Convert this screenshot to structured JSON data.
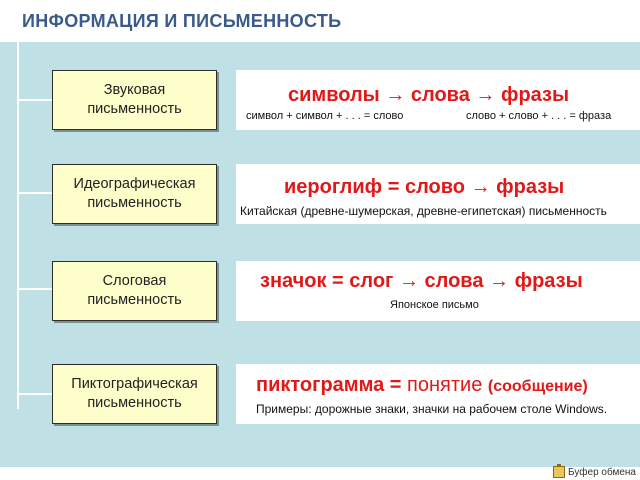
{
  "title": "ИНФОРМАЦИЯ  И  ПИСЬМЕННОСТЬ",
  "rows": [
    {
      "label_line1": "Звуковая",
      "label_line2": "письменность",
      "formula": {
        "a": "символы",
        "arrow1": "→",
        "b": "слова",
        "arrow2": "→",
        "c": "фразы"
      },
      "sub_a": "символ + символ + . . . = слово",
      "sub_b": "слово + слово + . . .  = фраза"
    },
    {
      "label_line1": "Идеографическая",
      "label_line2": "письменность",
      "formula": {
        "a": "иероглиф = слово",
        "arrow1": "→",
        "b": "фразы"
      },
      "sub": "Китайская  (древне-шумерская, древне-египетская)  письменность"
    },
    {
      "label_line1": "Слоговая",
      "label_line2": "письменность",
      "formula": {
        "a": "значок = слог",
        "arrow1": "→",
        "b": "слова",
        "arrow2": "→",
        "c": "фразы"
      },
      "sub": "Японское  письмо"
    },
    {
      "label_line1": "Пиктографическая",
      "label_line2": "письменность",
      "formula": {
        "a": "пиктограмма = ",
        "b": "понятие",
        "c": "(сообщение)"
      },
      "sub": "Примеры: дорожные знаки, значки на рабочем столе Windows."
    }
  ],
  "footer": "Буфер обмена",
  "icons": {
    "footer_icon": "clipboard-icon"
  }
}
